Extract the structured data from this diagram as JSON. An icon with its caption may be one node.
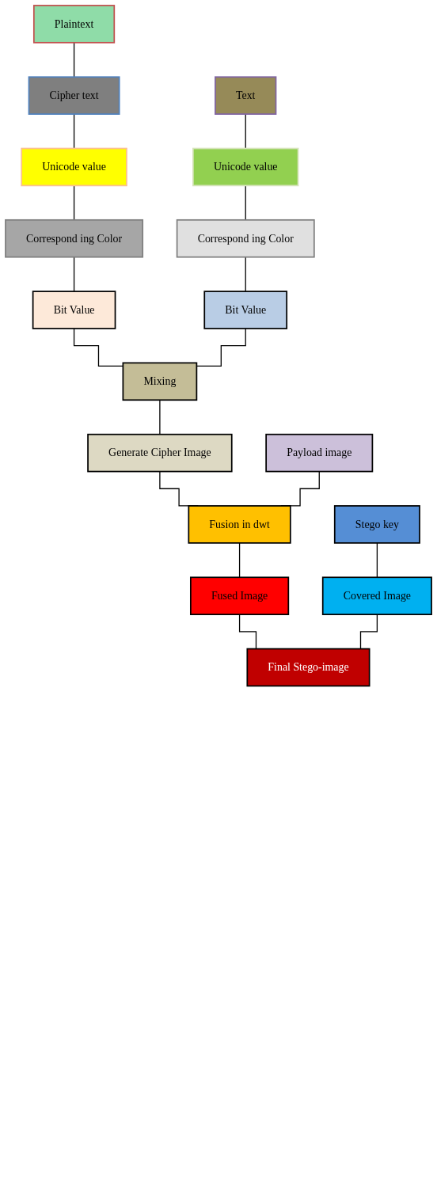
{
  "diagram": {
    "nodes": [
      {
        "text": [
          "Plaintext"
        ]
      },
      {
        "text": [
          "Text"
        ]
      },
      {
        "text": [
          "Cipher text"
        ]
      },
      {
        "text": [
          "Unicode value"
        ]
      },
      {
        "text": [
          "Unicode value"
        ]
      },
      {
        "text": [
          "Correspond ing Color"
        ]
      },
      {
        "text": [
          "Correspond ing Color"
        ]
      },
      {
        "text": [
          "Bit Value"
        ]
      },
      {
        "text": [
          "Bit Value"
        ]
      },
      {
        "text": [
          "Mixing"
        ]
      },
      {
        "text": [
          "Generate Cipher Image"
        ]
      },
      {
        "text": [
          "Payload image"
        ]
      },
      {
        "text": [
          "Fusion in dwt"
        ]
      },
      {
        "text": [
          "Fused Image"
        ]
      },
      {
        "text": [
          "Stego key"
        ]
      },
      {
        "text": [
          "Covered Image"
        ]
      },
      {
        "text": [
          "Final Stego-image"
        ]
      }
    ],
    "edges": [
      {
        "from": 0,
        "to": 2,
        "arrow": "none"
      },
      {
        "from": 2,
        "to": 4,
        "arrow": "none"
      },
      {
        "from": 4,
        "to": 6,
        "arrow": "none"
      },
      {
        "from": 6,
        "to": 8,
        "arrow": "none"
      },
      {
        "from": 8,
        "to": 9,
        "arrow": "none"
      },
      {
        "from": 1,
        "to": 3,
        "arrow": "none"
      },
      {
        "from": 3,
        "to": 5,
        "arrow": "none"
      },
      {
        "from": 5,
        "to": 7,
        "arrow": "none"
      },
      {
        "from": 7,
        "to": 9,
        "arrow": "none"
      },
      {
        "from": 9,
        "to": 10,
        "arrow": "none"
      },
      {
        "from": 10,
        "to": 12,
        "arrow": "none"
      },
      {
        "from": 11,
        "to": 12,
        "arrow": "none"
      },
      {
        "from": 12,
        "to": 13,
        "arrow": "none"
      },
      {
        "from": 13,
        "to": 16,
        "arrow": "none"
      },
      {
        "from": 14,
        "to": 15,
        "arrow": "none"
      },
      {
        "from": 15,
        "to": 16,
        "arrow": "none"
      }
    ]
  }
}
